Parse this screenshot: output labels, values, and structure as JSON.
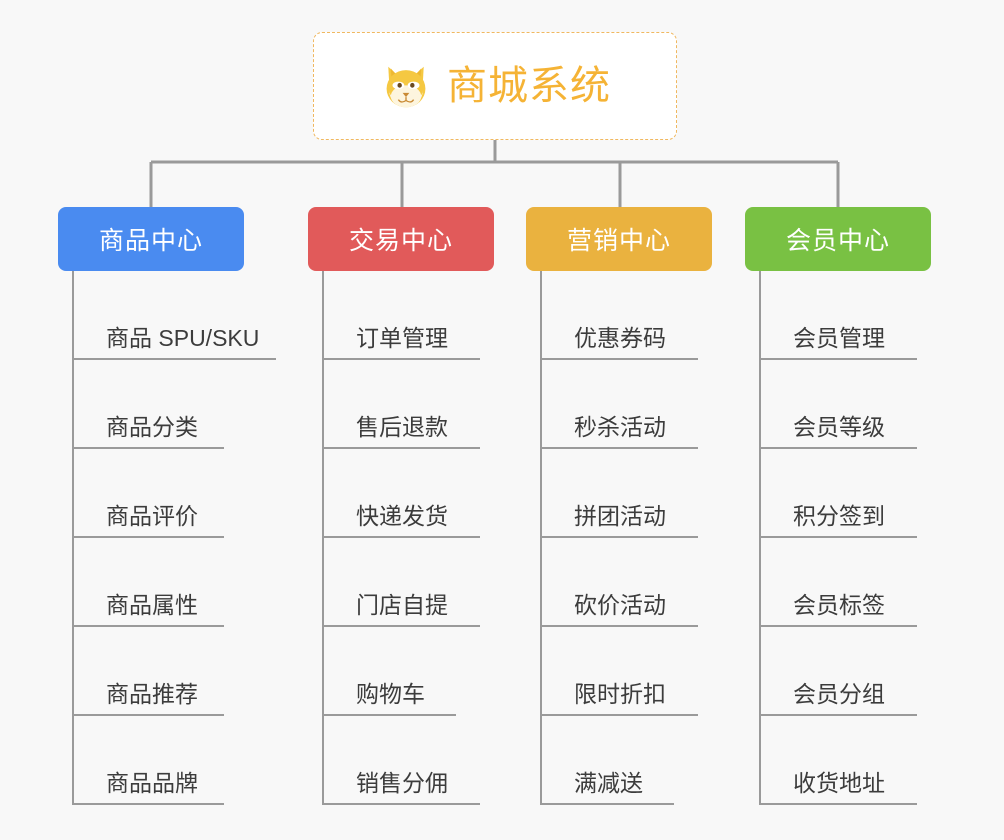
{
  "diagram": {
    "type": "mindmap-tree",
    "background_color": "#f8f8f8",
    "root": {
      "title": "商城系统",
      "icon": "shiba-dog-face-icon",
      "text_color": "#f5b335",
      "border_color": "#f0b860",
      "border_style": "dashed",
      "background_color": "#ffffff"
    },
    "connector_color": "#9a9a9a",
    "branches": [
      {
        "label": "商品中心",
        "color": "#4a8bf0",
        "rule_width": 204,
        "items": [
          {
            "label": "商品 SPU/SKU",
            "rule_width": 204
          },
          {
            "label": "商品分类",
            "rule_width": 152
          },
          {
            "label": "商品评价",
            "rule_width": 152
          },
          {
            "label": "商品属性",
            "rule_width": 152
          },
          {
            "label": "商品推荐",
            "rule_width": 152
          },
          {
            "label": "商品品牌",
            "rule_width": 152
          }
        ]
      },
      {
        "label": "交易中心",
        "color": "#e15a5a",
        "rule_width": 158,
        "items": [
          {
            "label": "订单管理",
            "rule_width": 158
          },
          {
            "label": "售后退款",
            "rule_width": 158
          },
          {
            "label": "快递发货",
            "rule_width": 158
          },
          {
            "label": "门店自提",
            "rule_width": 158
          },
          {
            "label": "购物车",
            "rule_width": 134
          },
          {
            "label": "销售分佣",
            "rule_width": 158
          }
        ]
      },
      {
        "label": "营销中心",
        "color": "#eab23f",
        "rule_width": 158,
        "items": [
          {
            "label": "优惠券码",
            "rule_width": 158
          },
          {
            "label": "秒杀活动",
            "rule_width": 158
          },
          {
            "label": "拼团活动",
            "rule_width": 158
          },
          {
            "label": "砍价活动",
            "rule_width": 158
          },
          {
            "label": "限时折扣",
            "rule_width": 158
          },
          {
            "label": "满减送",
            "rule_width": 134
          }
        ]
      },
      {
        "label": "会员中心",
        "color": "#79c143",
        "rule_width": 158,
        "items": [
          {
            "label": "会员管理",
            "rule_width": 158
          },
          {
            "label": "会员等级",
            "rule_width": 158
          },
          {
            "label": "积分签到",
            "rule_width": 158
          },
          {
            "label": "会员标签",
            "rule_width": 158
          },
          {
            "label": "会员分组",
            "rule_width": 158
          },
          {
            "label": "收货地址",
            "rule_width": 158
          }
        ]
      }
    ]
  }
}
